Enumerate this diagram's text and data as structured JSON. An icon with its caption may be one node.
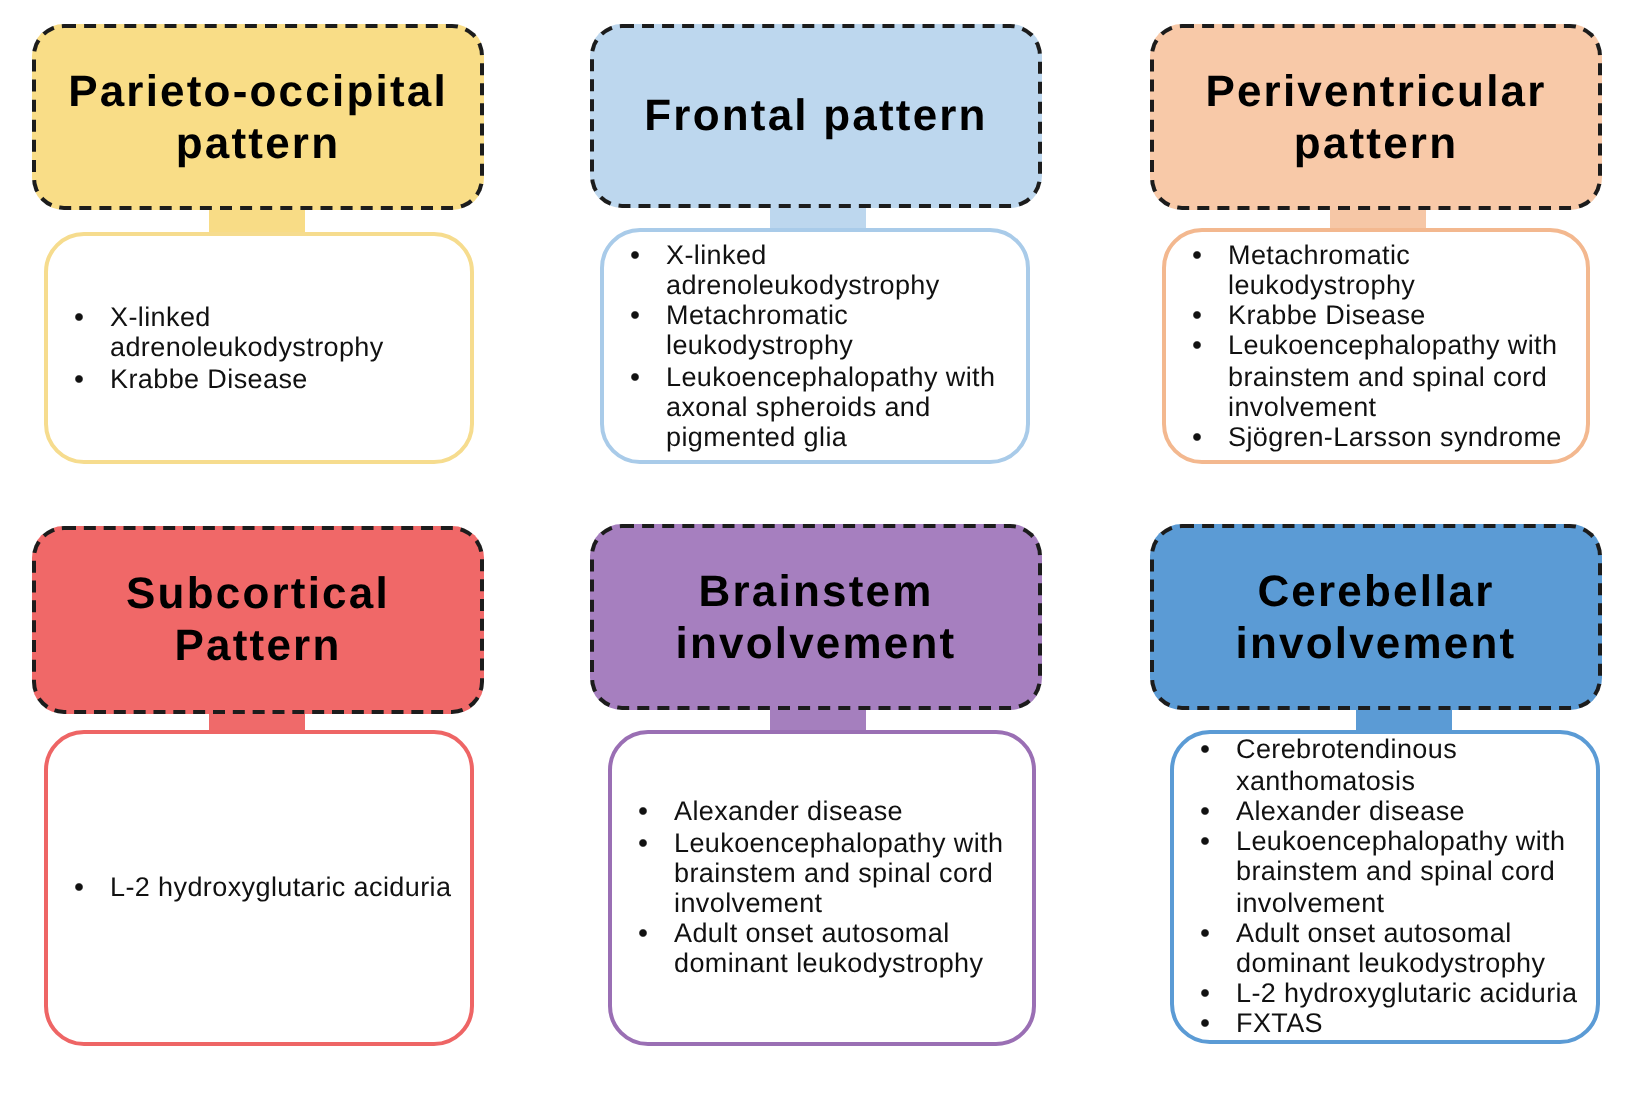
{
  "diagram": {
    "nodes": [
      {
        "text": [
          "Parieto-occipital pattern"
        ]
      },
      {
        "text": [
          "X-linked adrenoleukodystrophy",
          "Krabbe Disease"
        ]
      },
      {
        "text": [
          "Frontal pattern"
        ]
      },
      {
        "text": [
          "X-linked adrenoleukodystrophy",
          "Metachromatic leukodystrophy",
          "Leukoencephalopathy with axonal spheroids and pigmented glia"
        ]
      },
      {
        "text": [
          "Periventricular pattern"
        ]
      },
      {
        "text": [
          "Metachromatic leukodystrophy",
          "Krabbe Disease",
          "Leukoencephalopathy with brainstem and spinal cord involvement",
          "Sjögren-Larsson syndrome"
        ]
      },
      {
        "text": [
          "Subcortical Pattern"
        ]
      },
      {
        "text": [
          "L-2 hydroxyglutaric aciduria"
        ]
      },
      {
        "text": [
          "Brainstem involvement"
        ]
      },
      {
        "text": [
          "Alexander disease",
          "Leukoencephalopathy with brainstem and spinal cord involvement",
          "Adult onset autosomal dominant leukodystrophy"
        ]
      },
      {
        "text": [
          "Cerebellar involvement"
        ]
      },
      {
        "text": [
          "Cerebrotendinous xanthomatosis",
          "Alexander disease",
          "Leukoencephalopathy with brainstem and spinal cord involvement",
          "Adult onset autosomal dominant leukodystrophy",
          "L-2 hydroxyglutaric aciduria",
          "FXTAS"
        ]
      }
    ],
    "edges": [
      {
        "from": 0,
        "to": 1,
        "arrow": "none",
        "color": "#f8dc86"
      },
      {
        "from": 2,
        "to": 3,
        "arrow": "none",
        "color": "#bdd7ee"
      },
      {
        "from": 4,
        "to": 5,
        "arrow": "none",
        "color": "#f6c7a6"
      },
      {
        "from": 6,
        "to": 7,
        "arrow": "none",
        "color": "#ef6a6a"
      },
      {
        "from": 8,
        "to": 9,
        "arrow": "none",
        "color": "#a57fbe"
      },
      {
        "from": 10,
        "to": 11,
        "arrow": "none",
        "color": "#5b9bd5"
      }
    ]
  }
}
